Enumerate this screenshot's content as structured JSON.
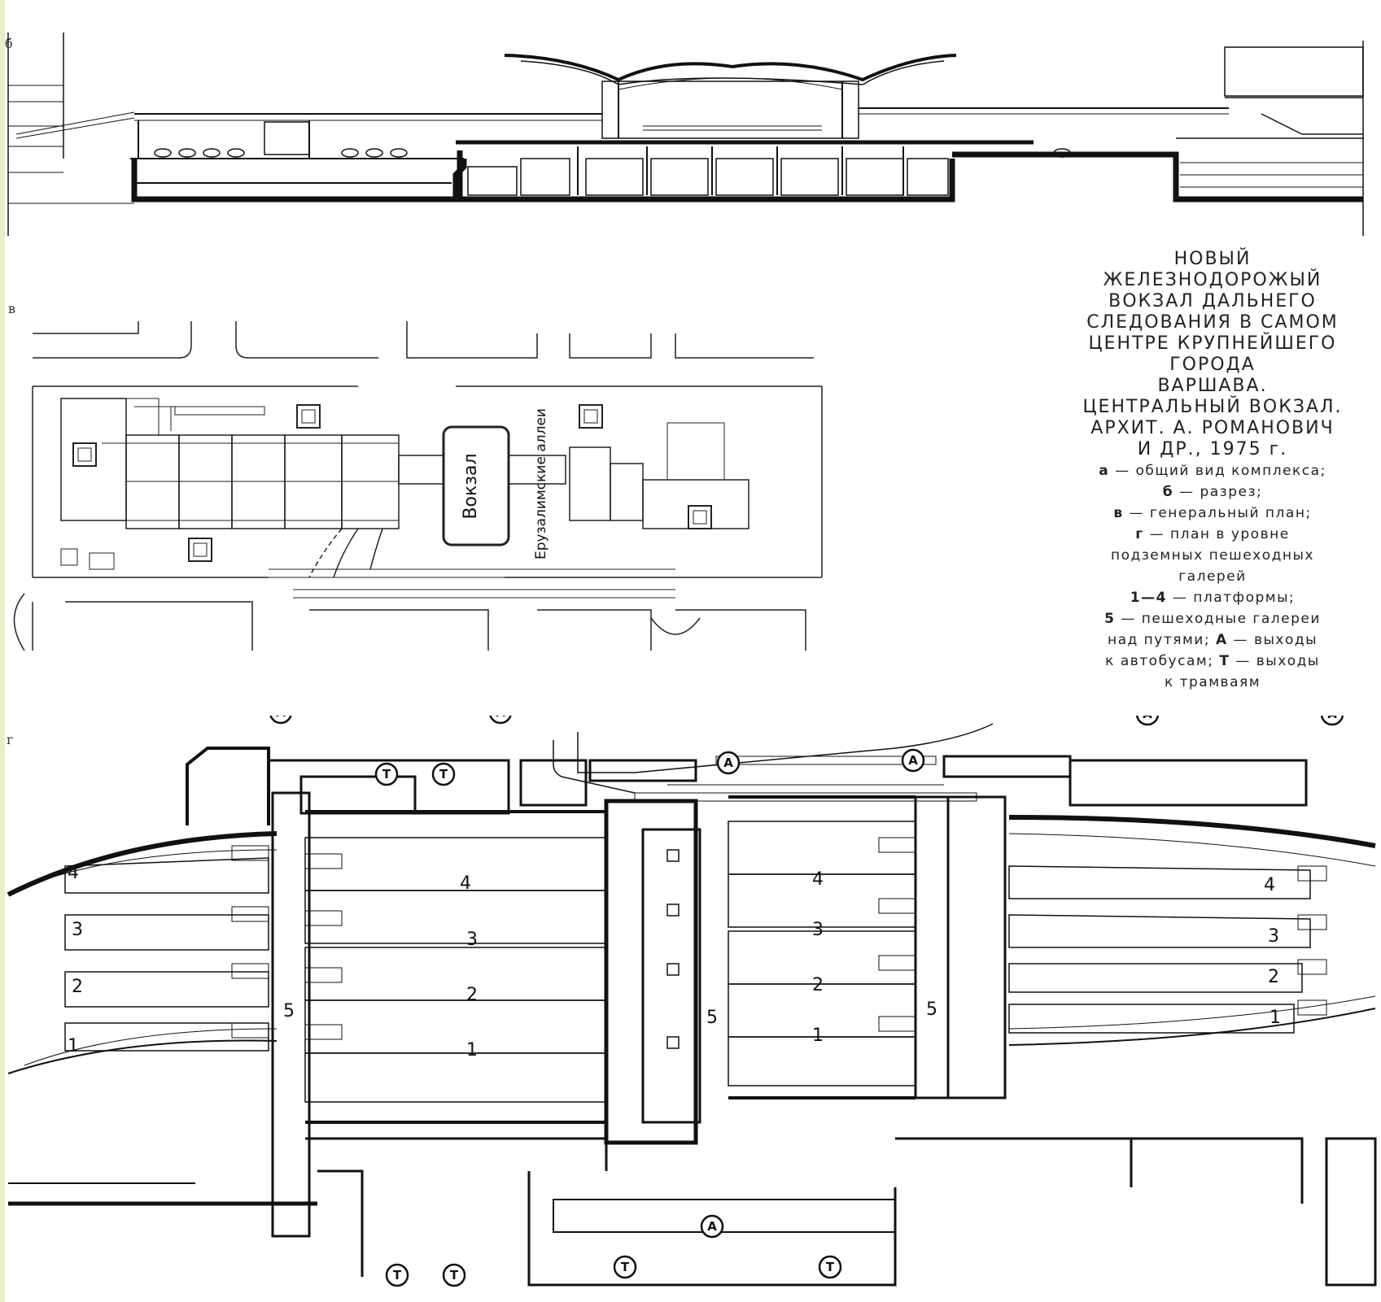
{
  "figure_letters": {
    "b": "б",
    "v": "в",
    "g": "г"
  },
  "caption": {
    "title_lines": [
      "НОВЫЙ",
      "ЖЕЛЕЗНОДОРОЖЫЙ",
      "ВОКЗАЛ ДАЛЬНЕГО",
      "СЛЕДОВАНИЯ В САМОМ",
      "ЦЕНТРЕ КРУПНЕЙШЕГО",
      "ГОРОДА",
      "ВАРШАВА.",
      "ЦЕНТРАЛЬНЫЙ ВОКЗАЛ.",
      "АРХИТ. А. РОМАНОВИЧ",
      "И ДР., 1975 г."
    ],
    "legend": [
      {
        "key": "а",
        "text": " — общий вид комплекса;"
      },
      {
        "key": "б",
        "text": " — разрез;"
      },
      {
        "key": "в",
        "text": " — генеральный план;"
      },
      {
        "key": "г",
        "text": " — план в уровне"
      },
      {
        "key": "",
        "text": "подземных пешеходных"
      },
      {
        "key": "",
        "text": "галерей"
      },
      {
        "key": "1—4",
        "text": " — платформы;"
      },
      {
        "key": "5",
        "text": " — пешеходные галереи"
      },
      {
        "key": "",
        "text": "над путями; "
      },
      {
        "key": "А",
        "text": " — выходы"
      },
      {
        "key": "",
        "text": "к автобусам; "
      },
      {
        "key": "Т",
        "text": " — выходы"
      },
      {
        "key": "",
        "text": "к трамваям"
      }
    ]
  },
  "site_plan": {
    "station_label": "Вокзал",
    "street_label": "Ерузалимские аллеи"
  },
  "floor_plan": {
    "platform_numbers": [
      "1",
      "2",
      "3",
      "4"
    ],
    "gallery_number": "5",
    "bus_exit": "А",
    "tram_exit": "Т"
  }
}
